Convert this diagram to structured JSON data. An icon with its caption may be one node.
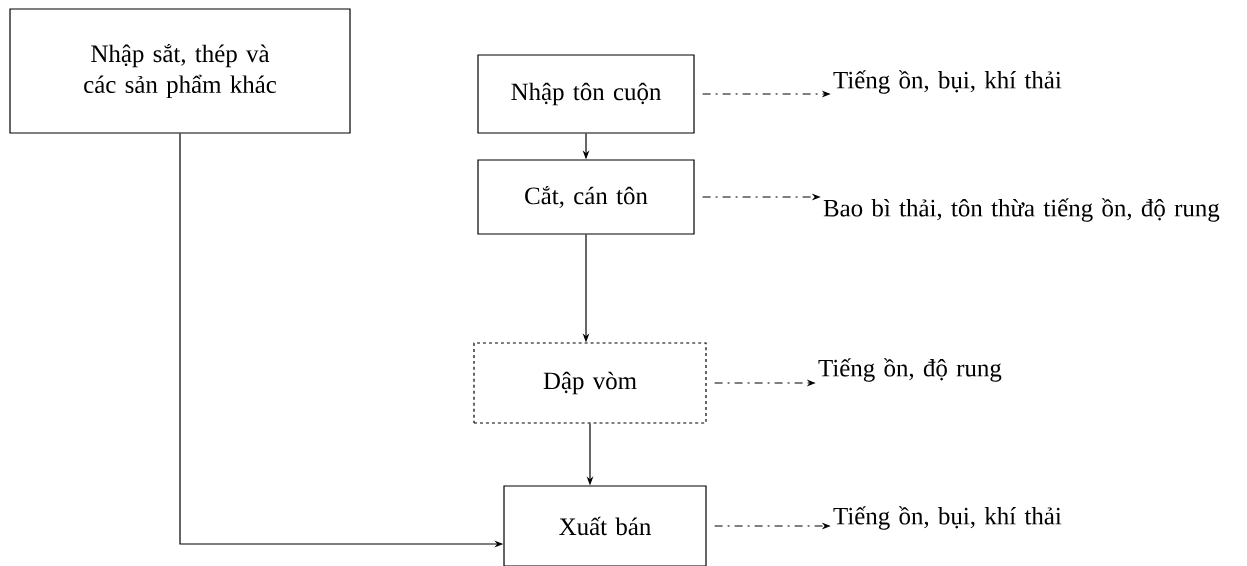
{
  "diagram": {
    "nodes": [
      {
        "text": [
          "Nhập sắt, thép và các sản phẩm khác"
        ]
      },
      {
        "text": [
          "Nhập tôn cuộn"
        ]
      },
      {
        "text": [
          "Tiếng ồn, bụi, khí thải"
        ]
      },
      {
        "text": [
          "Cắt, cán tôn"
        ]
      },
      {
        "text": [
          "Bao bì thải, tôn thừa tiếng ồn, độ rung"
        ]
      },
      {
        "text": [
          "Dập vòm"
        ]
      },
      {
        "text": [
          "Tiếng ồn, độ rung"
        ]
      },
      {
        "text": [
          "Xuất bán"
        ]
      },
      {
        "text": [
          "Tiếng ồn, bụi, khí thải"
        ]
      }
    ],
    "edges": [
      {
        "from": 1,
        "to": 3,
        "arrow": "to"
      },
      {
        "from": 3,
        "to": 5,
        "arrow": "to"
      },
      {
        "from": 5,
        "to": 7,
        "arrow": "to"
      },
      {
        "from": 0,
        "to": 7,
        "arrow": "to"
      },
      {
        "from": 1,
        "to": 2,
        "arrow": "to",
        "style": "dashed"
      },
      {
        "from": 3,
        "to": 4,
        "arrow": "to",
        "style": "dashed"
      },
      {
        "from": 5,
        "to": 6,
        "arrow": "to",
        "style": "dashed"
      },
      {
        "from": 7,
        "to": 8,
        "arrow": "to",
        "style": "dashed"
      }
    ]
  }
}
